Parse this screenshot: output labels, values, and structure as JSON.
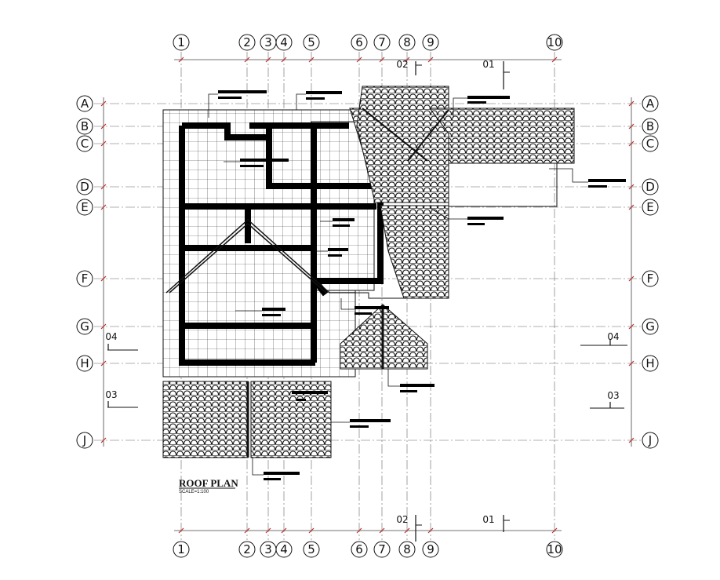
{
  "drawing": {
    "title": "ROOF PLAN",
    "scale": "SCALE=1:100"
  },
  "grid": {
    "columns": [
      "1",
      "2",
      "3",
      "4",
      "5",
      "6",
      "7",
      "8",
      "9",
      "10"
    ],
    "rows": [
      "A",
      "B",
      "C",
      "D",
      "E",
      "F",
      "G",
      "H",
      "J"
    ]
  },
  "section_marks": {
    "top": [
      "02",
      "01"
    ],
    "bottom": [
      "02",
      "01"
    ],
    "left": [
      "04",
      "03"
    ],
    "right": [
      "04",
      "03"
    ]
  },
  "colors": {
    "line": "#111111",
    "grid": "#666666",
    "dim": "#c03030"
  }
}
